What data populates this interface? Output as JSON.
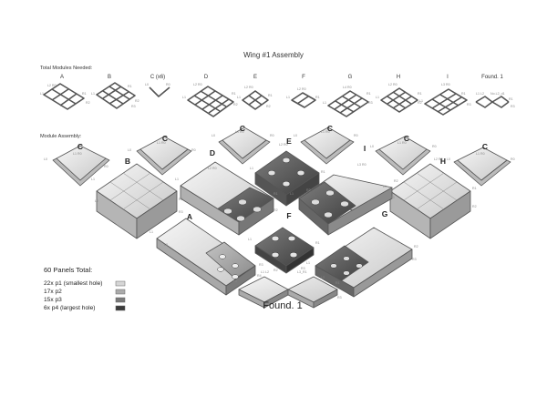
{
  "title": "Wing #1 Assembly",
  "sections": {
    "total_modules": "Total Modules Needed:",
    "module_assembly": "Module Assembly:"
  },
  "total_modules": [
    {
      "label": "A"
    },
    {
      "label": "B"
    },
    {
      "label": "C (x6)"
    },
    {
      "label": "D"
    },
    {
      "label": "E"
    },
    {
      "label": "F"
    },
    {
      "label": "G"
    },
    {
      "label": "H"
    },
    {
      "label": "I"
    },
    {
      "label": "Found. 1"
    }
  ],
  "assembly_labels": [
    "C",
    "C",
    "C",
    "C",
    "C",
    "C",
    "B",
    "D",
    "E",
    "I",
    "H",
    "A",
    "F",
    "G"
  ],
  "edge_codes": [
    "L0",
    "L1",
    "L2",
    "L3",
    "L4",
    "R0",
    "R1",
    "R2",
    "R3",
    "R4",
    "L2_R0",
    "L3_R1",
    "L1_R0",
    "No.L2_d1"
  ],
  "legend": {
    "heading": "60 Panels Total:",
    "items": [
      {
        "text": "22x p1 (smallest hole)",
        "color": "#d6d6d6"
      },
      {
        "text": "17x p2",
        "color": "#ababab"
      },
      {
        "text": "15x p3",
        "color": "#7a7a7a"
      },
      {
        "text": "6x p4 (largest hole)",
        "color": "#3c3c3c"
      }
    ]
  },
  "foundation_label": "Found. 1",
  "colors": {
    "p1": "#d6d6d6",
    "p2": "#ababab",
    "p3": "#7a7a7a",
    "p4": "#3c3c3c",
    "stroke": "#555555"
  }
}
